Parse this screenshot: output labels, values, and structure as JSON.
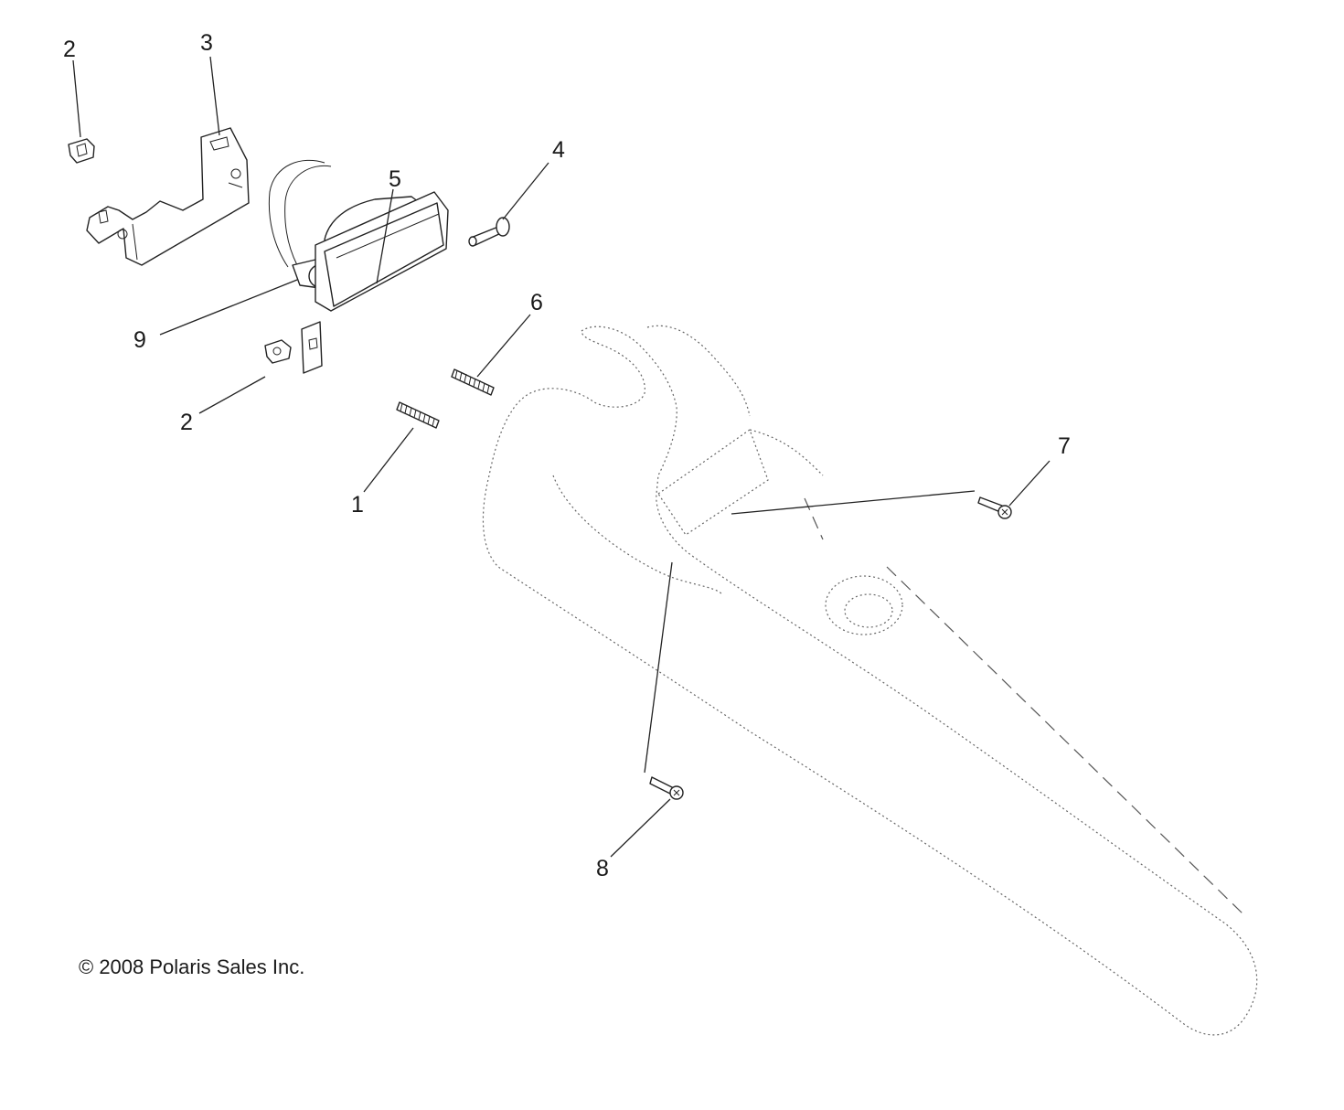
{
  "callouts": {
    "nut_top": "2",
    "bracket": "3",
    "screw_4": "4",
    "light_assembly": "5",
    "spring_6": "6",
    "screw_7": "7",
    "screw_8": "8",
    "bulb": "9",
    "nut_lower": "2",
    "spring_1": "1"
  },
  "copyright": "© 2008 Polaris Sales Inc."
}
